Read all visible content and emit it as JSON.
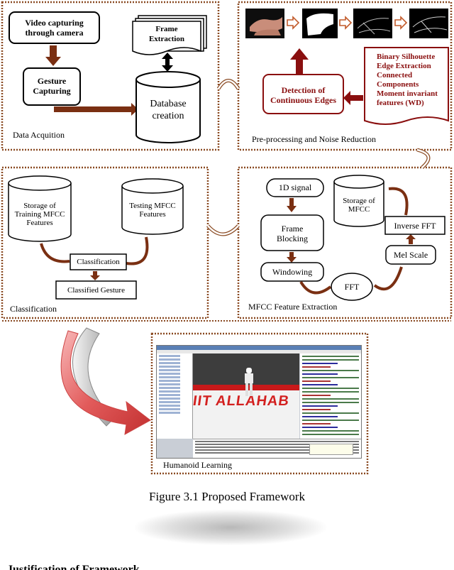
{
  "figure": {
    "caption": "Figure 3.1 Proposed Framework",
    "section_heading_partial": "Justification of Framework"
  },
  "panels": {
    "data_acquisition": {
      "title": "Data Acquition",
      "video_capture": "Video capturing\nthrough camera",
      "gesture_capture": "Gesture\nCapturing",
      "frame_extraction": "Frame\nExtraction",
      "database": "Database\ncreation"
    },
    "preprocessing": {
      "title": "Pre-processing and Noise Reduction",
      "edge_detection": "Detection of\nContinuous Edges",
      "features": "Binary Silhouette\nEdge Extraction\nConnected\nComponents\nMoment invariant\nfeatures (WD)"
    },
    "classification": {
      "title": "Classification",
      "training": "Storage of\nTraining MFCC\nFeatures",
      "testing": "Testing MFCC\nFeatures",
      "classification": "Classification",
      "classified": "Classified Gesture"
    },
    "mfcc": {
      "title": "MFCC Feature Extraction",
      "signal": "1D signal",
      "frame_blocking": "Frame\nBlocking",
      "windowing": "Windowing",
      "fft": "FFT",
      "mel": "Mel Scale",
      "inverse_fft": "Inverse FFT",
      "storage": "Storage of\nMFCC"
    },
    "humanoid": {
      "title": "Humanoid Learning",
      "wall_text": "IIT ALLAHAB"
    }
  },
  "colors": {
    "panel_border": "#8a4a22",
    "accent_red": "#8a0f0f",
    "arrow_brown": "#7a2f12",
    "arrow_pink": "#e36b6b"
  },
  "icons": [
    "hand-image-icon",
    "silhouette-image-icon",
    "edge-image-icon",
    "final-edge-image-icon",
    "simulator-screenshot"
  ]
}
